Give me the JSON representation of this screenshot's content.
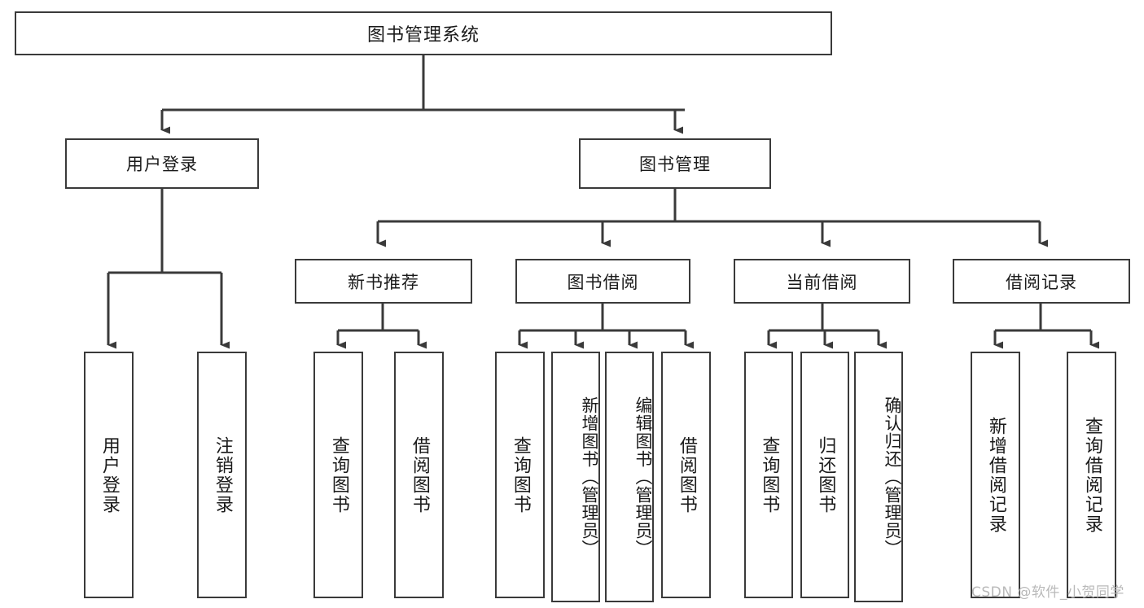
{
  "diagram": {
    "title": "图书管理系统",
    "watermark": "CSDN @软件_小贺同学",
    "line_color": "#3a3a3a",
    "box_fill": "#ffffff",
    "text_color": "#1a1a1a",
    "watermark_color": "#b9b9b9",
    "levels": {
      "root": {
        "label": "图书管理系统"
      },
      "level2": [
        {
          "label": "用户登录"
        },
        {
          "label": "图书管理"
        }
      ],
      "level3": [
        {
          "label": "新书推荐"
        },
        {
          "label": "图书借阅"
        },
        {
          "label": "当前借阅"
        },
        {
          "label": "借阅记录"
        }
      ]
    },
    "leaves": {
      "user_login": [
        {
          "label": "用户登录"
        },
        {
          "label": "注销登录"
        }
      ],
      "new_book_recommend": [
        {
          "label": "查询图书"
        },
        {
          "label": "借阅图书"
        }
      ],
      "book_borrow": [
        {
          "label": "查询图书"
        },
        {
          "label": "新增图书（管理员）"
        },
        {
          "label": "编辑图书（管理员）"
        },
        {
          "label": "借阅图书"
        }
      ],
      "current_borrow": [
        {
          "label": "查询图书"
        },
        {
          "label": "归还图书"
        },
        {
          "label": "确认归还（管理员）"
        }
      ],
      "borrow_record": [
        {
          "label": "新增借阅记录"
        },
        {
          "label": "查询借阅记录"
        }
      ]
    }
  }
}
